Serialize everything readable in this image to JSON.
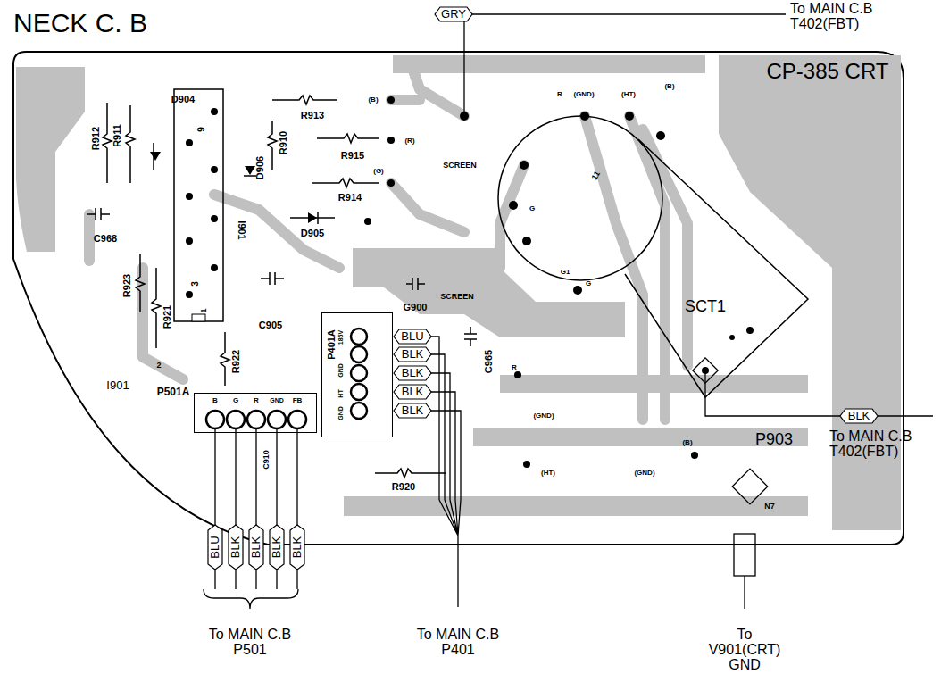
{
  "diagram": {
    "title": "NECK C. B",
    "nodes": [
      {
        "text": [
          "CP-385 CRT"
        ]
      },
      {
        "text": [
          "P501A"
        ],
        "in": 0
      },
      {
        "text": [
          "P401A"
        ],
        "in": 0
      }
    ],
    "labels": [
      "D904",
      "R913",
      "(B)",
      "R912",
      "R911",
      "9",
      "D906",
      "R910",
      "R915",
      "(R)",
      "(G)",
      "R914",
      "SCREEN",
      "I901",
      "D905",
      "C968",
      "R923",
      "3",
      "1",
      "R921",
      "C905",
      "G900",
      "SCREEN",
      "R922",
      "I901",
      "2",
      "BLU",
      "BLK",
      "BLK",
      "BLK",
      "BLK",
      "185V",
      "GND",
      "HT",
      "GND",
      "C965",
      "R",
      "B",
      "G",
      "R",
      "GND",
      "FB",
      "C910",
      "R920",
      "(GND)",
      "(HT)",
      "(GND)",
      "(B)",
      "P903",
      "N7",
      "SCT1",
      "R",
      "(GND)",
      "(HT)",
      "(B)",
      "G",
      "11",
      "G1",
      "G",
      "GRY",
      "To MAIN C.B T402(FBT)",
      "BLK",
      "To MAIN C.B T402(FBT)",
      "BLU",
      "BLK",
      "BLK",
      "BLK",
      "BLK",
      "To MAIN C.B P501",
      "To MAIN C.B P401",
      "To V901(CRT) GND"
    ]
  }
}
